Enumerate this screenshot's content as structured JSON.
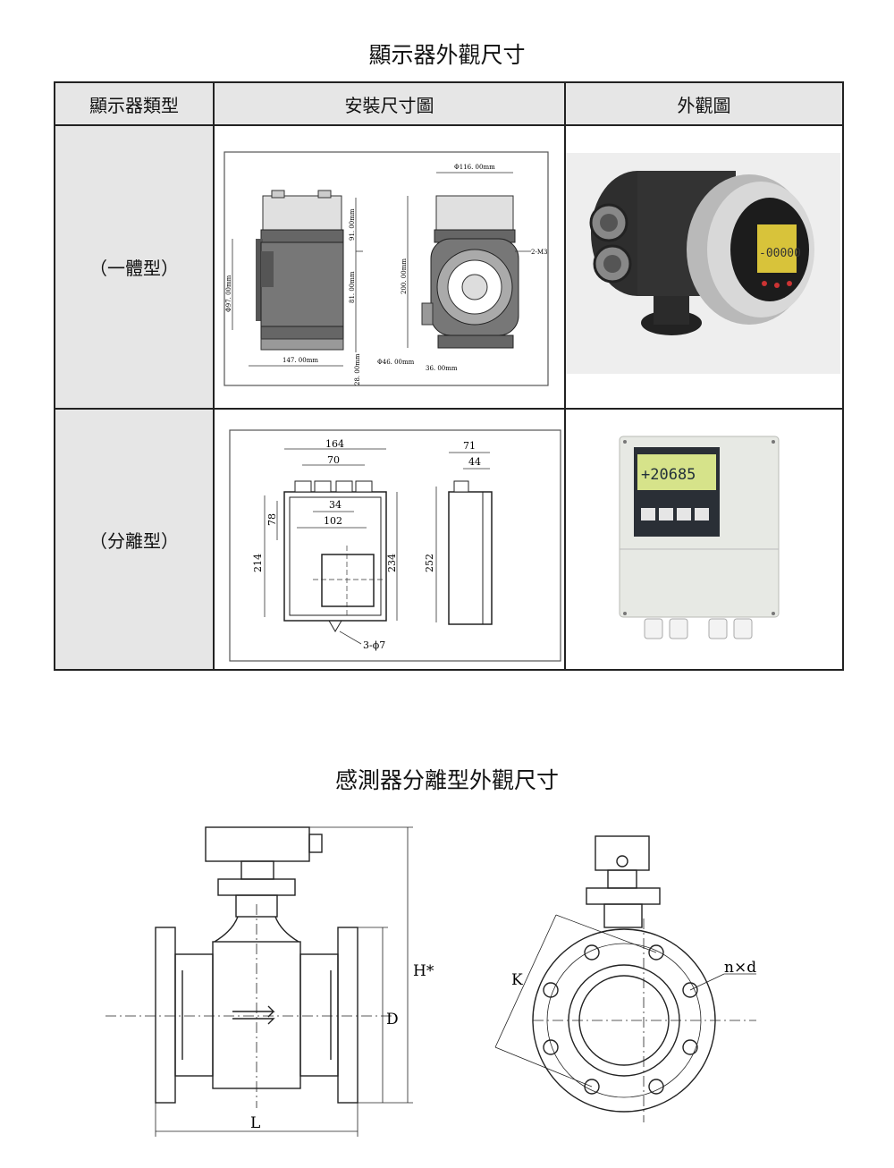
{
  "display_section": {
    "title": "顯示器外觀尺寸",
    "columns": [
      "顯示器類型",
      "安裝尺寸圖",
      "外觀圖"
    ],
    "rows": [
      {
        "type": "（一體型）",
        "dims": {
          "d116": "Φ116. 00mm",
          "d91": "91. 00mm",
          "d97": "Φ97. 00mm",
          "d81": "81. 00mm",
          "d200": "200. 00mm",
          "m3": "2-M3",
          "d147": "147. 00mm",
          "d28": "28. 00mm",
          "d46": "Φ46. 00mm",
          "d36": "36. 00mm"
        }
      },
      {
        "type": "（分離型）",
        "dims": {
          "d164": "164",
          "d70": "70",
          "d34": "34",
          "d102": "102",
          "d78": "78",
          "d214": "214",
          "d234": "234",
          "d252": "252",
          "d71": "71",
          "d44": "44",
          "holes": "3-ϕ7"
        },
        "lcd_value": "+20685"
      }
    ],
    "integrated_lcd": "-00000"
  },
  "sensor_section": {
    "title": "感測器分離型外觀尺寸",
    "labels": {
      "h": "H*",
      "d": "D",
      "l": "L",
      "k": "K",
      "nd": "n×d"
    }
  }
}
